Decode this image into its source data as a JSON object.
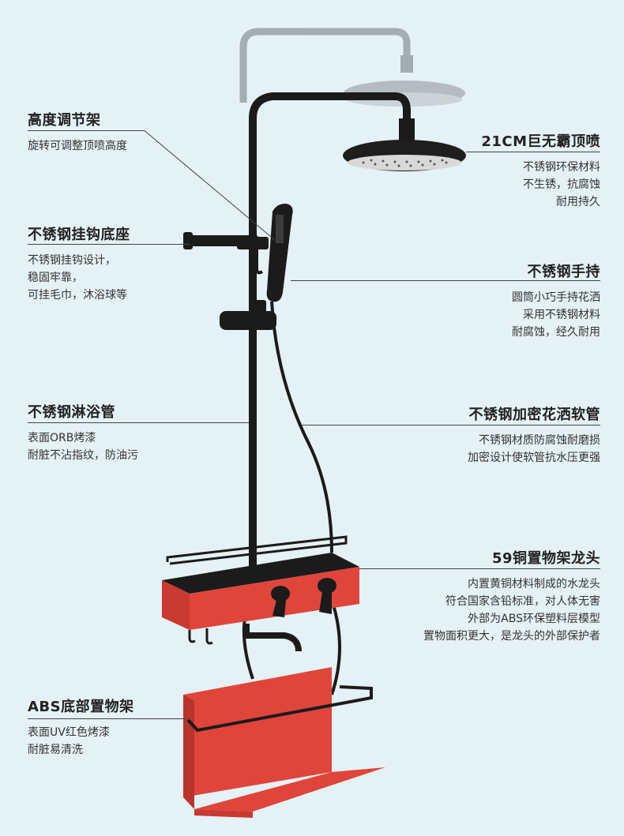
{
  "callouts": [
    {
      "id": "height-bracket",
      "title": "高度调节架",
      "desc": [
        "旋转可调整顶喷高度"
      ]
    },
    {
      "id": "hook-base",
      "title": "不锈钢挂钩底座",
      "desc": [
        "不锈钢挂钩设计，",
        "稳固牢靠，",
        "可挂毛巾，沐浴球等"
      ]
    },
    {
      "id": "shower-pipe",
      "title": "不锈钢淋浴管",
      "desc": [
        "表面ORB烤漆",
        "耐脏不沾指纹，防油污"
      ]
    },
    {
      "id": "bottom-shelf",
      "title": "ABS底部置物架",
      "desc": [
        "表面UV红色烤漆",
        "耐脏易清洗"
      ]
    },
    {
      "id": "top-shower",
      "title": "21CM巨无霸顶喷",
      "desc": [
        "不锈钢环保材料",
        "不生锈，抗腐蚀",
        "耐用持久"
      ]
    },
    {
      "id": "hand-shower",
      "title": "不锈钢手持",
      "desc": [
        "圆筒小巧手持花洒",
        "采用不锈钢材料",
        "耐腐蚀，经久耐用"
      ]
    },
    {
      "id": "hose",
      "title": "不锈钢加密花洒软管",
      "desc": [
        "不锈钢材质防腐蚀耐磨损",
        "加密设计使软管抗水压更强"
      ]
    },
    {
      "id": "faucet",
      "title": "59铜置物架龙头",
      "desc": [
        "内置黄铜材料制成的水龙头",
        "符合国家含铅标准，对人体无害",
        "外部为ABS环保塑料层模型",
        "置物面积更大，是龙头的外部保护者"
      ]
    }
  ],
  "colors": {
    "background": "#e4f1f5",
    "metal_black": "#1b1b1b",
    "ghost_grey": "#8a8f93",
    "accent_red": "#e0453b"
  }
}
